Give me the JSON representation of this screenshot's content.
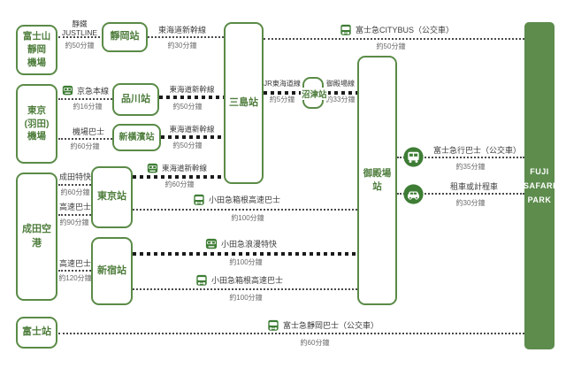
{
  "stations": {
    "fuji_shizuoka_airport": "富士山\n靜岡\n機場",
    "haneda_airport": "東京\n(羽田)\n機場",
    "narita_airport": "成田空港",
    "fuji_station": "富士站",
    "shizuoka_station": "靜岡站",
    "shinagawa_station": "品川站",
    "shinyokohama_station": "新橫濱站",
    "tokyo_station": "東京站",
    "shinjuku_station": "新宿站",
    "mishima_station": "三島站",
    "numazu_station": "沼津站",
    "gotemba_station": "御殿場站",
    "park": "FUJI\nSAFARI\nPARK"
  },
  "routes": {
    "justline": {
      "label": "靜鐵\nJUSTLINE",
      "duration": "約50分鐘"
    },
    "shinkansen_shizuoka": {
      "label": "東海道新幹線",
      "duration": "約30分鐘"
    },
    "keikyu_line": {
      "label": "京急本線",
      "duration": "約16分鐘"
    },
    "shinkansen_shinagawa": {
      "label": "東海道新幹線",
      "duration": "約50分鐘"
    },
    "airport_bus": {
      "label": "機場巴士",
      "duration": "約60分鐘"
    },
    "shinkansen_shinyokohama": {
      "label": "東海道新幹線",
      "duration": "約50分鐘"
    },
    "narita_express": {
      "label": "成田特快",
      "duration": "約60分鐘"
    },
    "shinkansen_tokyo": {
      "label": "東海道新幹線",
      "duration": "約60分鐘"
    },
    "highway_bus_tokyo": {
      "label": "高速巴士",
      "duration": "約90分鐘"
    },
    "odakyu_hakone_bus_tokyo": {
      "label": "小田急箱根高速巴士",
      "duration": "約100分鐘"
    },
    "odakyu_romancecar": {
      "label": "小田急浪漫特快",
      "duration": "約100分鐘"
    },
    "highway_bus_shinjuku": {
      "label": "高速巴士",
      "duration": "約120分鐘"
    },
    "odakyu_hakone_bus_shinjuku": {
      "label": "小田急箱根高速巴士",
      "duration": "約100分鐘"
    },
    "jr_tokaido_line": {
      "label": "JR東海道線",
      "duration": "約5分鐘"
    },
    "gotemba_line": {
      "label": "御殿場線",
      "duration": "約33分鐘"
    },
    "fujikyu_citybus": {
      "label": "富士急CITYBUS（公交車）",
      "duration": "約50分鐘"
    },
    "fujikyu_bus": {
      "label": "富士急行巴士（公交車）",
      "duration": "約35分鐘"
    },
    "rental_car_taxi": {
      "label": "租車或計程車",
      "duration": "約30分鐘"
    },
    "fujikyu_shizuoka_bus": {
      "label": "富士急靜岡巴士（公交車）",
      "duration": "約60分鐘"
    }
  },
  "colors": {
    "station_green": "#5a8b47",
    "park_bar_green": "#5d8c4d",
    "icon_green": "#3e7d35",
    "line_black": "#1b1b1b"
  }
}
